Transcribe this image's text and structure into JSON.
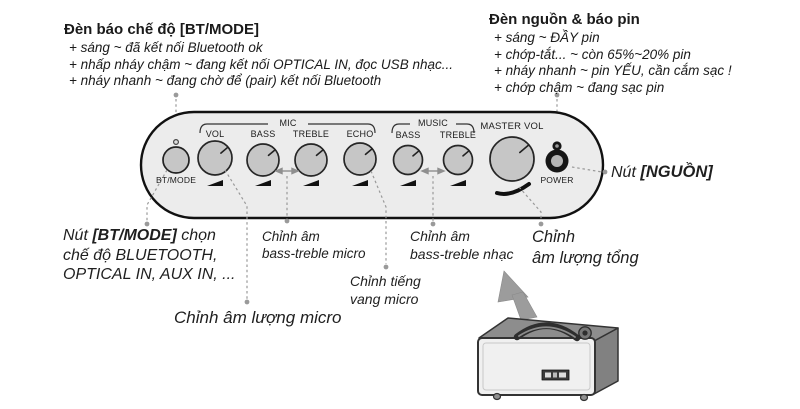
{
  "colors": {
    "ink": "#1a1a1a",
    "panel_fill": "#ececec",
    "knob_fill": "#c6c6c6",
    "connector_gray": "#9a9a9a",
    "arrow_gray": "#9c9c9c"
  },
  "callout_bt_led": {
    "title": "Đèn báo chế độ [BT/MODE]",
    "lines": [
      "+ sáng ~ đã kết nối Bluetooth ok",
      "+ nhấp nháy chậm ~ đang kết nối OPTICAL IN, đọc USB nhạc...",
      "+ nháy nhanh ~ đang chờ để (pair) kết nối Bluetooth"
    ]
  },
  "callout_power_led": {
    "title": "Đèn nguồn & báo pin",
    "lines": [
      "+ sáng ~ ĐẦY pin",
      "+ chớp-tắt... ~ còn 65%~20% pin",
      "+ nháy nhanh ~ pin YẾU, cần cắm sạc !",
      "+ chớp chậm ~ đang sạc pin"
    ]
  },
  "panel": {
    "mic_group_label": "MIC",
    "music_group_label": "MUSIC",
    "mic_knobs": [
      "VOL",
      "BASS",
      "TREBLE",
      "ECHO"
    ],
    "music_knobs": [
      "BASS",
      "TREBLE"
    ],
    "master_vol_label": "MASTER VOL",
    "bt_mode_label": "BT/MODE",
    "power_label": "POWER"
  },
  "callout_bt_button": {
    "line1_prefix": "Nút ",
    "line1_bold": "[BT/MODE]",
    "line1_suffix": " chọn",
    "line2": "chế độ BLUETOOTH,",
    "line3": "OPTICAL IN, AUX IN, ..."
  },
  "callout_mic_tone": {
    "line1": "Chỉnh âm",
    "line2": "bass-treble micro"
  },
  "callout_echo": {
    "line1": "Chỉnh tiếng",
    "line2": "vang micro"
  },
  "callout_mic_vol": {
    "text": "Chỉnh âm lượng micro"
  },
  "callout_music_tone": {
    "line1": "Chỉnh âm",
    "line2": "bass-treble nhạc"
  },
  "callout_master_vol": {
    "line1": "Chỉnh",
    "line2": "âm lượng tổng"
  },
  "callout_power_button": {
    "prefix": "Nút ",
    "bold": "[NGUỒN]"
  }
}
